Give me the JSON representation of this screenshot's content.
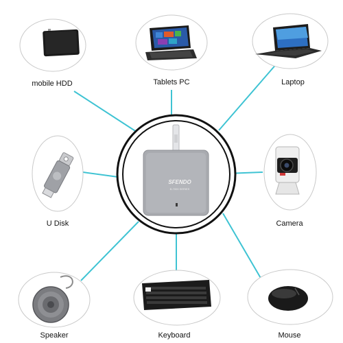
{
  "colors": {
    "connector": "#3ec3d3",
    "ring": "#111111",
    "bubble_border": "#c9c9c9",
    "hub_body": "#a9abb0"
  },
  "hub": {
    "brand": "SFENDO",
    "model": "B-7000 SERIES"
  },
  "devices": [
    {
      "id": "hdd",
      "label": "mobile HDD",
      "icon": "external-hard-drive-icon"
    },
    {
      "id": "tablet",
      "label": "Tablets PC",
      "icon": "tablet-icon"
    },
    {
      "id": "laptop",
      "label": "Laptop",
      "icon": "laptop-icon"
    },
    {
      "id": "udisk",
      "label": "U Disk",
      "icon": "usb-flash-drive-icon"
    },
    {
      "id": "camera",
      "label": "Camera",
      "icon": "camera-icon"
    },
    {
      "id": "speaker",
      "label": "Speaker",
      "icon": "speaker-icon"
    },
    {
      "id": "keyboard",
      "label": "Keyboard",
      "icon": "keyboard-icon"
    },
    {
      "id": "mouse",
      "label": "Mouse",
      "icon": "mouse-icon"
    }
  ]
}
